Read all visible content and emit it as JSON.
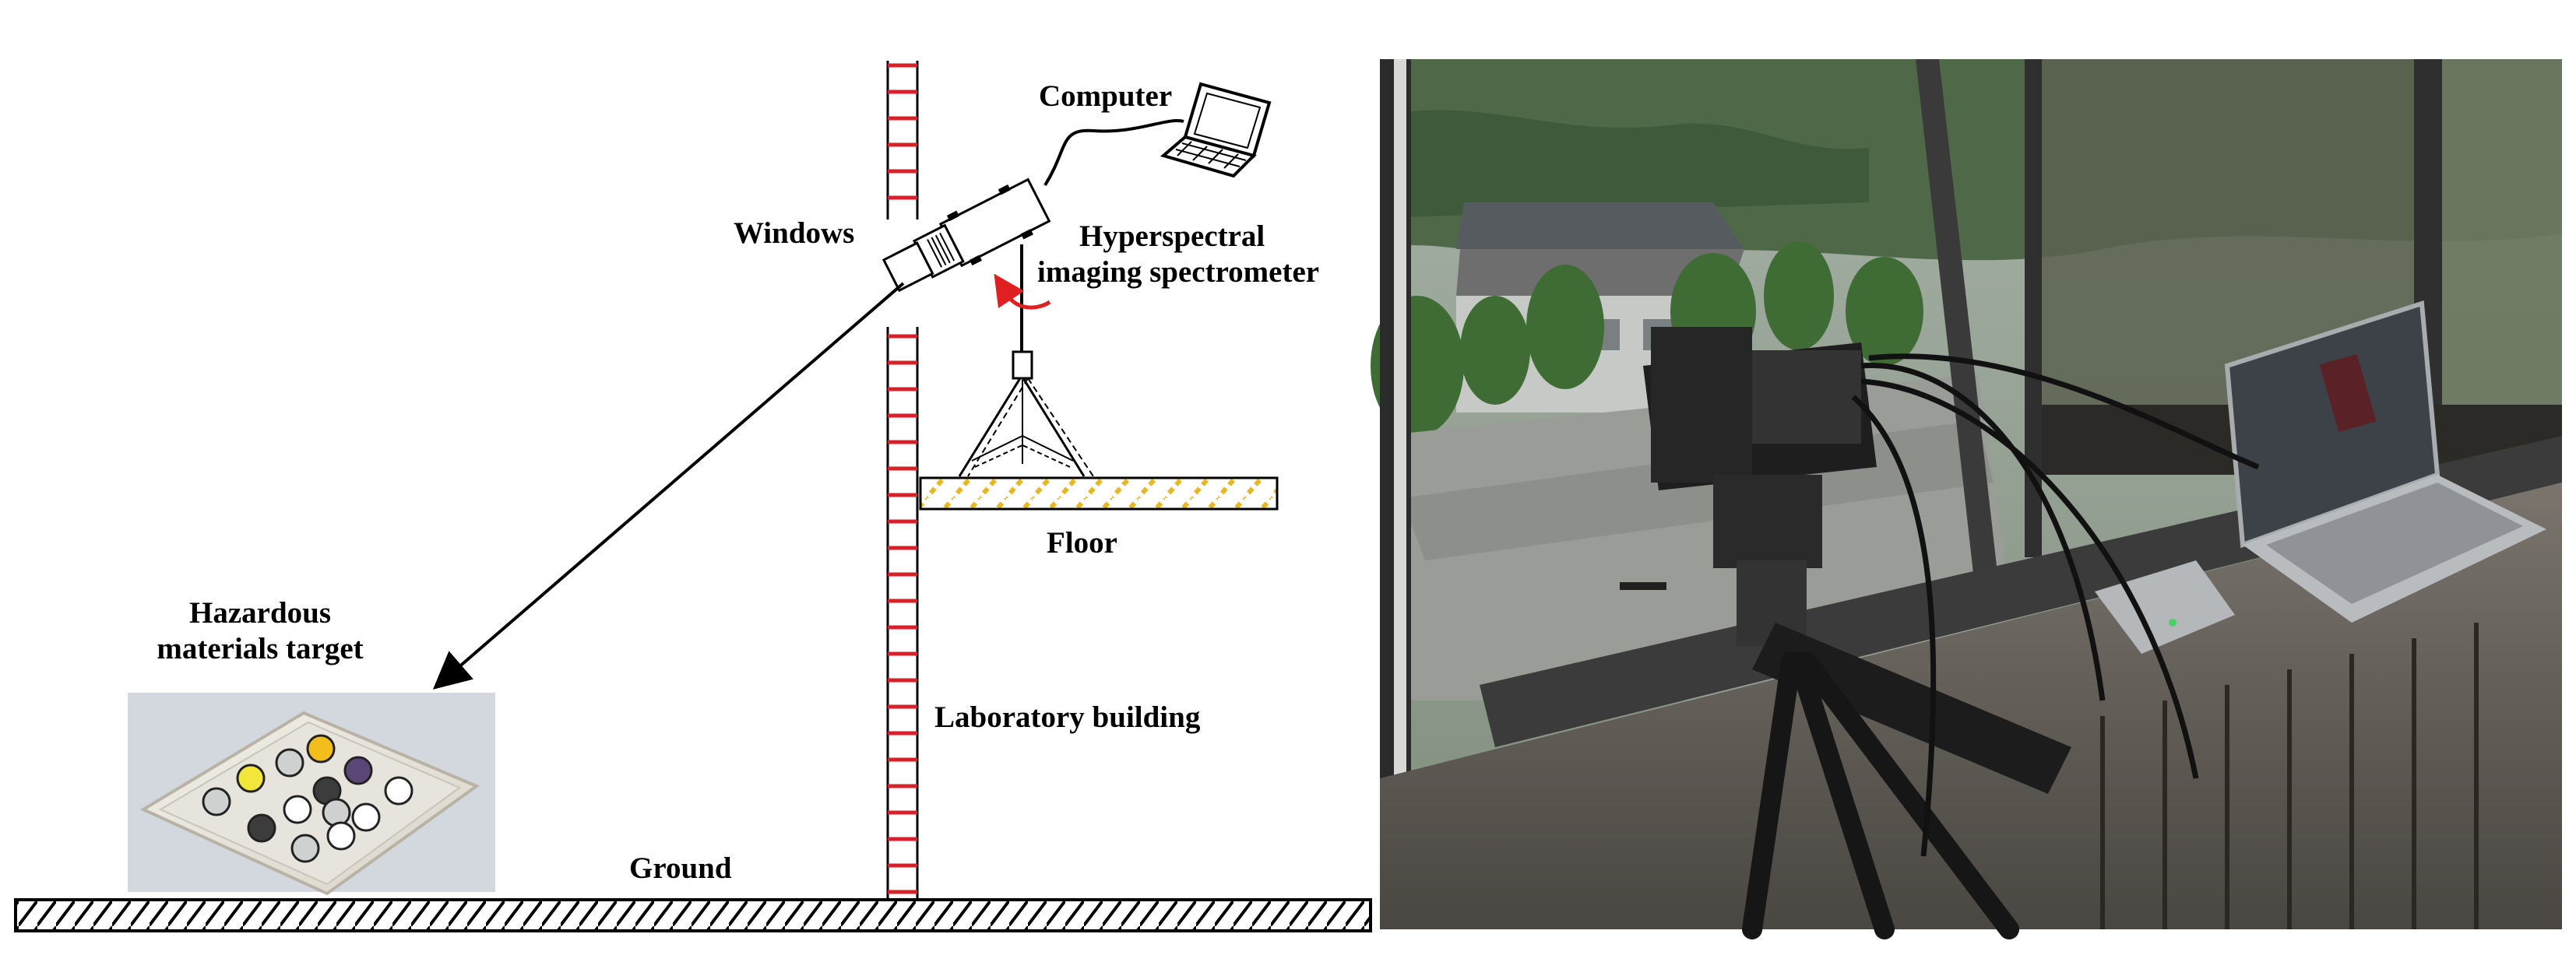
{
  "figure": {
    "labels": {
      "computer": "Computer",
      "windows": "Windows",
      "spectrometer_line1": "Hyperspectral",
      "spectrometer_line2": "imaging spectrometer",
      "floor": "Floor",
      "target_line1": "Hazardous",
      "target_line2": "materials target",
      "building": "Laboratory building",
      "ground": "Ground"
    },
    "colors": {
      "ladder": "#d6212a",
      "floor_hatch": "#e8b820",
      "arrow": "#000000",
      "rotation_arrow": "#e02020",
      "target_panel": "#d3d8df",
      "sample_yellow": "#f2e63a",
      "sample_orange": "#f3bd1c",
      "sample_purple": "#5b4678",
      "sample_black": "#3c3c3c",
      "sample_grey": "#cfd0d0",
      "sample_white": "#ffffff"
    }
  }
}
